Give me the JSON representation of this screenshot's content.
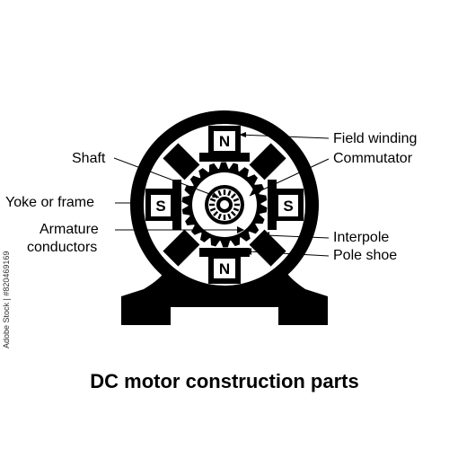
{
  "title": "DC motor construction parts",
  "stock_id": "Adobe Stock | #820469169",
  "colors": {
    "ink": "#000000",
    "paper": "#ffffff"
  },
  "poles": {
    "top": "N",
    "bottom": "N",
    "left": "S",
    "right": "S"
  },
  "labels": {
    "field_winding": "Field winding",
    "commutator": "Commutator",
    "shaft": "Shaft",
    "yoke": "Yoke or frame",
    "armature_line1": "Armature",
    "armature_line2": "conductors",
    "interpole": "Interpole",
    "pole_shoe": "Pole shoe"
  }
}
